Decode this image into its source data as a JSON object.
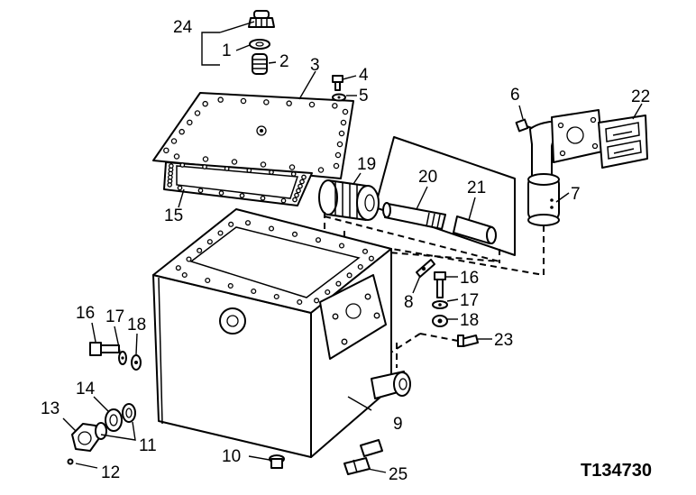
{
  "figure_id": "T134730",
  "callouts": [
    {
      "key": "c24",
      "text": "24"
    },
    {
      "key": "c1",
      "text": "1"
    },
    {
      "key": "c2",
      "text": "2"
    },
    {
      "key": "c3",
      "text": "3"
    },
    {
      "key": "c4",
      "text": "4"
    },
    {
      "key": "c5",
      "text": "5"
    },
    {
      "key": "c6",
      "text": "6"
    },
    {
      "key": "c22",
      "text": "22"
    },
    {
      "key": "c7",
      "text": "7"
    },
    {
      "key": "c19",
      "text": "19"
    },
    {
      "key": "c20",
      "text": "20"
    },
    {
      "key": "c21",
      "text": "21"
    },
    {
      "key": "c15",
      "text": "15"
    },
    {
      "key": "c8",
      "text": "8"
    },
    {
      "key": "c16a",
      "text": "16"
    },
    {
      "key": "c17a",
      "text": "17"
    },
    {
      "key": "c18a",
      "text": "18"
    },
    {
      "key": "c16b",
      "text": "16"
    },
    {
      "key": "c17b",
      "text": "17"
    },
    {
      "key": "c18b",
      "text": "18"
    },
    {
      "key": "c23",
      "text": "23"
    },
    {
      "key": "c14",
      "text": "14"
    },
    {
      "key": "c13",
      "text": "13"
    },
    {
      "key": "c11",
      "text": "11"
    },
    {
      "key": "c12",
      "text": "12"
    },
    {
      "key": "c9",
      "text": "9"
    },
    {
      "key": "c10",
      "text": "10"
    },
    {
      "key": "c25",
      "text": "25"
    }
  ]
}
